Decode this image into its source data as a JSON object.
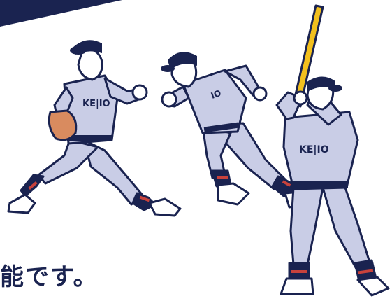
{
  "caption": "能です。",
  "players": [
    {
      "role": "pitcher",
      "jersey": "KE|IO"
    },
    {
      "role": "runner",
      "jersey": "IO"
    },
    {
      "role": "batter",
      "jersey": "KE|IO"
    }
  ],
  "colors": {
    "navy": "#1a2350",
    "uniform": "#c9cde6",
    "sock_stripe": "#c8423c",
    "mitt": "#d98b5f",
    "bat": "#f2c01e"
  }
}
